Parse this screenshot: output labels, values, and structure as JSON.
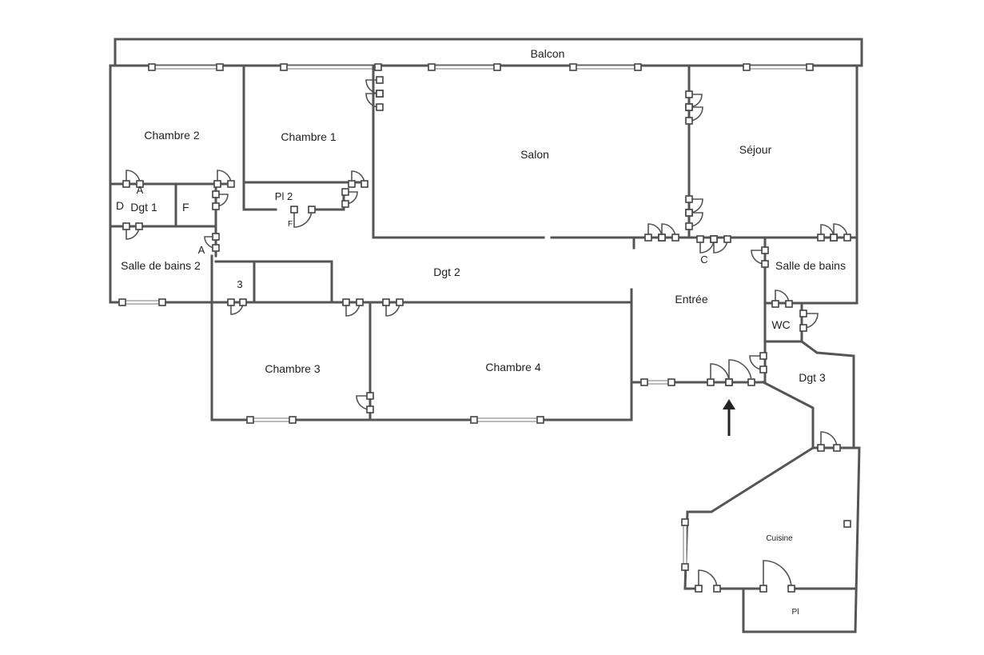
{
  "plan": {
    "colors": {
      "wall": "#555555",
      "background": "#ffffff",
      "ink": "#222222"
    },
    "rooms": {
      "balcon": "Balcon",
      "chambre2": "Chambre  2",
      "chambre1": "Chambre  1",
      "salon": "Salon",
      "sejour": "Séjour",
      "dgt1": "Dgt 1",
      "d_mark": "D",
      "placard_f": "F",
      "pl2": "Pl 2",
      "f_mark": "F",
      "a_mark1": "A",
      "a_mark2": "A",
      "sdb2": "Salle de bains 2",
      "dgt2": "Dgt 2",
      "p3": "3",
      "c_mark": "C",
      "sdb": "Salle de bains",
      "entree": "Entrée",
      "wc": "WC",
      "chambre3": "Chambre  3",
      "chambre4": "Chambre  4",
      "dgt3": "Dgt 3",
      "cuisine": "Cuisine",
      "pl": "Pl"
    },
    "entrance_arrow": "up-arrow-icon"
  }
}
